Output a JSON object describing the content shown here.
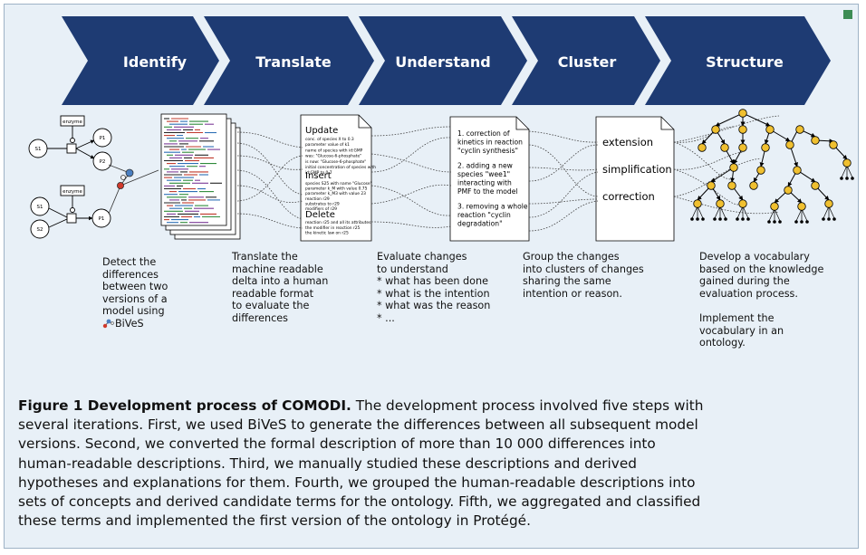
{
  "pipeline": {
    "steps": [
      "Identify",
      "Translate",
      "Understand",
      "Cluster",
      "Structure"
    ]
  },
  "diagram": {
    "enzyme_label": "enzyme",
    "species": [
      "S1",
      "P1",
      "P2",
      "S1",
      "S2",
      "P1"
    ],
    "update_doc": {
      "update_title": "Update",
      "update_lines": [
        "conc. of species X to 0.3",
        "parameter value of k1",
        "name of species with id:GMP",
        "  was: \"Glucose-6-phosphate\"",
        "  is now: \"Glucose-6-phosphate\"",
        "initial concentration of species with",
        "  id:GMP to 0.7"
      ],
      "insert_title": "Insert",
      "insert_lines": [
        "species S25 with name \"Glucose\"",
        "parameter k_M with value 0.75",
        "parameter k_M3 with value 23",
        "reaction r29",
        "substrates to r29",
        "modifiers of r29"
      ],
      "delete_title": "Delete",
      "delete_lines": [
        "reaction r25 and all its attributes",
        "the modifier in reaction r25",
        "the kinetic law on r25"
      ]
    },
    "understand_doc": {
      "items": [
        [
          "1. correction of",
          "kinetics in reaction",
          "\"cyclin synthesis\""
        ],
        [
          "2. adding a new",
          "species \"wee1\"",
          "interacting with",
          "PMF to the model"
        ],
        [
          "3. removing a whole",
          "reaction \"cyclin",
          "degradation\""
        ]
      ]
    },
    "cluster_doc": {
      "labels": [
        "extension",
        "simplification",
        "correction"
      ]
    }
  },
  "descriptions": {
    "identify": [
      "Detect the",
      "differences",
      "between two",
      "versions of a",
      "model using"
    ],
    "identify_tool": "BiVeS",
    "translate": [
      "Translate the",
      "machine readable",
      "delta into a human",
      "readable format",
      "to evaluate the",
      "differences"
    ],
    "understand": [
      "Evaluate changes",
      "to understand",
      "* what has been done",
      "* what is the intention",
      "* what was the reason",
      "* ..."
    ],
    "cluster": [
      "Group the changes",
      "into clusters of changes",
      "sharing the same",
      "intention or reason."
    ],
    "structure": [
      "Develop a vocabulary",
      "based on the knowledge",
      "gained during the",
      "evaluation process."
    ],
    "structure_extra": [
      "Implement the",
      "vocabulary in an",
      "ontology."
    ]
  },
  "caption": {
    "label": "Figure 1  Development process of COMODI.",
    "lines": [
      " The development process involved five steps with",
      "several iterations. First, we used BiVeS to generate the differences between all subsequent model",
      "versions. Second, we converted the formal description of more than 10 000 differences into",
      "human-readable descriptions. Third, we manually studied these descriptions and derived",
      "hypotheses and explanations for them. Fourth, we grouped the human-readable descriptions into",
      "sets of concepts and derived candidate terms for the ontology. Fifth, we aggregated and classified",
      "these terms and implemented the first version of the ontology in Protégé."
    ]
  },
  "colors": {
    "chevron": "#1e3b73",
    "panel": "#e8f0f7",
    "node": "#f0c030",
    "accent": "#3c8c54"
  }
}
